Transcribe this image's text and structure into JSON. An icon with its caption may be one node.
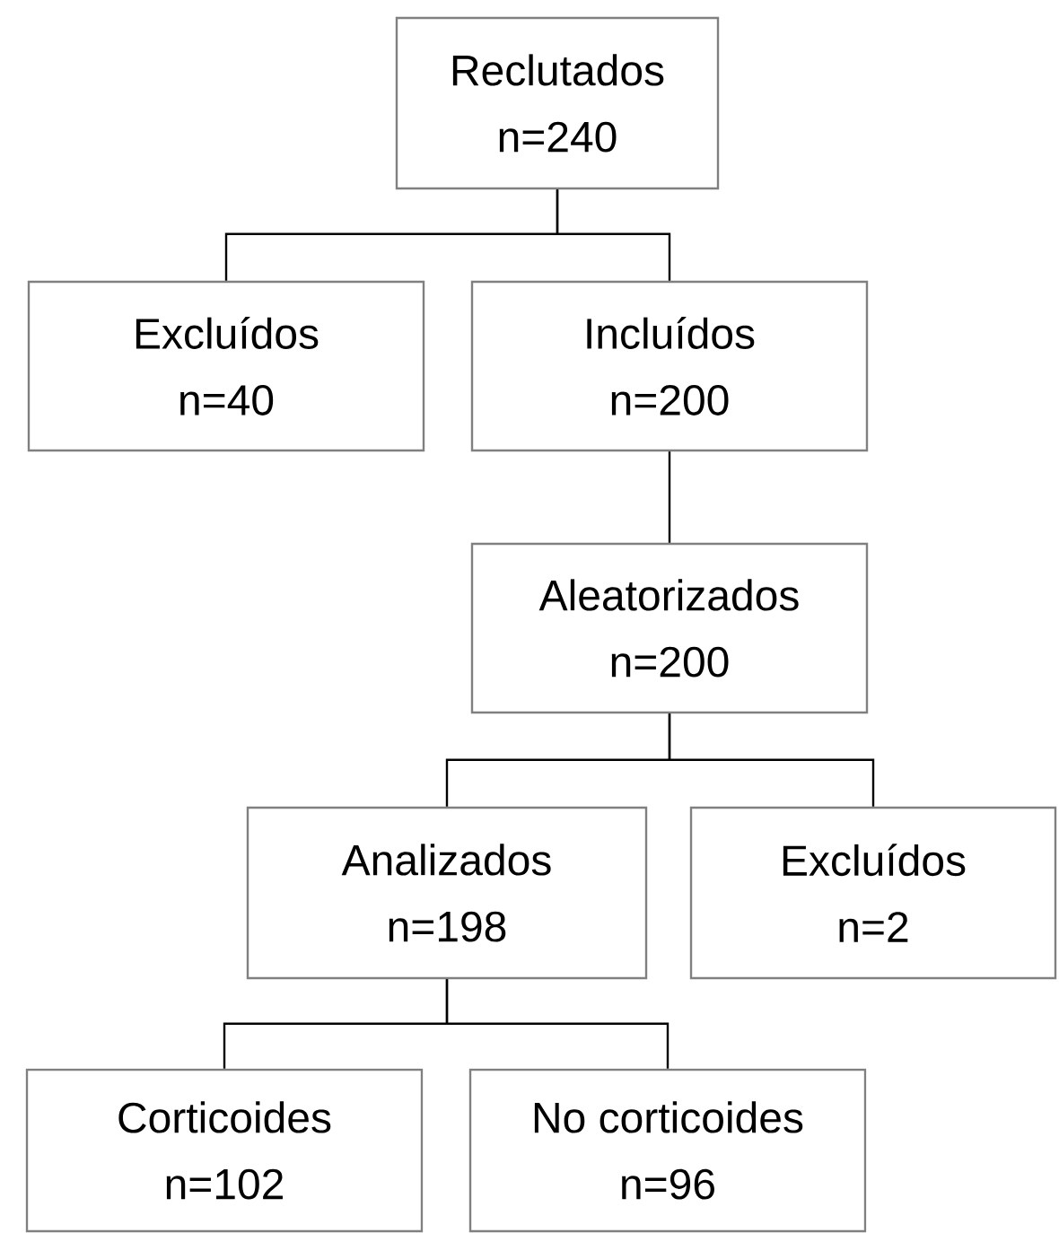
{
  "diagram": {
    "nodes": [
      {
        "text": [
          "Reclutados",
          "n=240"
        ]
      },
      {
        "text": [
          "Excluídos",
          "n=40"
        ]
      },
      {
        "text": [
          "Incluídos",
          "n=200"
        ]
      },
      {
        "text": [
          "Aleatorizados",
          "n=200"
        ]
      },
      {
        "text": [
          "Analizados",
          "n=198"
        ]
      },
      {
        "text": [
          "Excluídos",
          "n=2"
        ]
      },
      {
        "text": [
          "Corticoides",
          "n=102"
        ]
      },
      {
        "text": [
          "No corticoides",
          "n=96"
        ]
      }
    ],
    "edges": [
      {
        "from": 0,
        "to": 1,
        "arrow": "none"
      },
      {
        "from": 0,
        "to": 2,
        "arrow": "none"
      },
      {
        "from": 2,
        "to": 3,
        "arrow": "none"
      },
      {
        "from": 3,
        "to": 4,
        "arrow": "none"
      },
      {
        "from": 3,
        "to": 5,
        "arrow": "none"
      },
      {
        "from": 4,
        "to": 6,
        "arrow": "none"
      },
      {
        "from": 4,
        "to": 7,
        "arrow": "none"
      }
    ]
  }
}
